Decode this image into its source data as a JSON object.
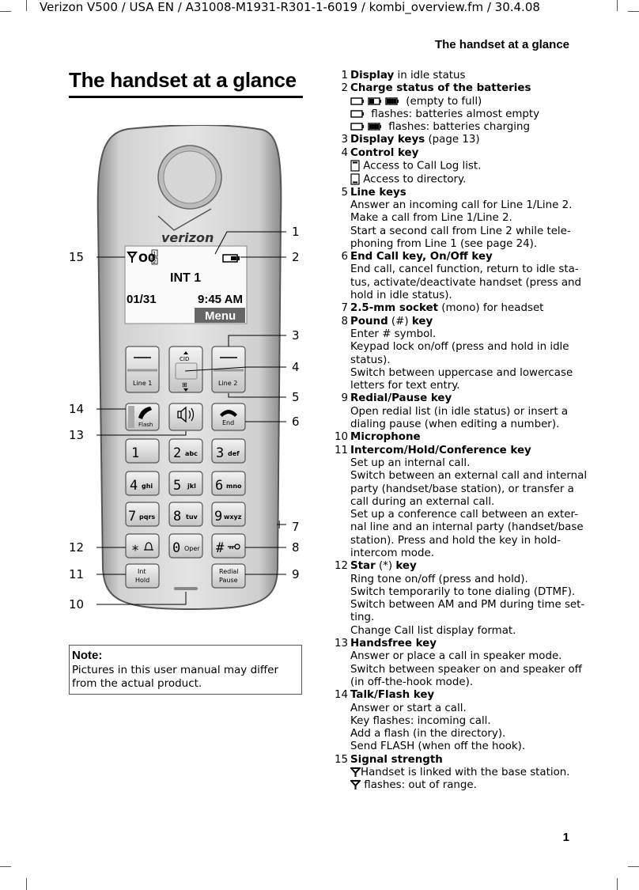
{
  "doc_header": "Verizon V500 / USA EN / A31008-M1931-R301-1-6019 / kombi_overview.fm / 30.4.08",
  "running_title": "The handset at a glance",
  "page_title": "The handset at a glance",
  "page_number": "1",
  "note": {
    "title": "Note:",
    "text": "Pictures in this user manual may differ from the actual product."
  },
  "phone": {
    "brand": "verizon",
    "screen": {
      "line_name": "INT 1",
      "date": "01/31",
      "time": "9:45 AM",
      "menu_label": "Menu",
      "line_badges": [
        "1",
        "2"
      ]
    },
    "keys": {
      "line1": "Line 1",
      "line2": "Line 2",
      "cid": "CID",
      "flash": "Flash",
      "end": "End",
      "k1": "1",
      "k2": "2",
      "k2s": "abc",
      "k3": "3",
      "k3s": "def",
      "k4": "4",
      "k4s": "ghi",
      "k5": "5",
      "k5s": "jkl",
      "k6": "6",
      "k6s": "mno",
      "k7": "7",
      "k7s": "pqrs",
      "k8": "8",
      "k8s": "tuv",
      "k9": "9",
      "k9s": "wxyz",
      "star": "∗",
      "k0": "0",
      "k0s": "Oper",
      "hash": "#",
      "int": "Int",
      "hold": "Hold",
      "redial": "Redial",
      "pause": "Pause"
    },
    "callouts": [
      "1",
      "2",
      "3",
      "4",
      "5",
      "6",
      "7",
      "8",
      "9",
      "10",
      "11",
      "12",
      "13",
      "14",
      "15"
    ]
  },
  "legend": [
    {
      "n": "1",
      "bold": "Display",
      "rest": " in idle status",
      "lines": []
    },
    {
      "n": "2",
      "bold": "Charge status of the batteries",
      "rest": "",
      "lines": [
        {
          "icons": "batt3",
          "text": " (empty to full)"
        },
        {
          "icons": "batt1",
          "text": " flashes: batteries almost empty"
        },
        {
          "icons": "batt2",
          "text": " flashes: batteries charging"
        }
      ]
    },
    {
      "n": "3",
      "bold": "Display keys",
      "rest": " (page 13)",
      "lines": []
    },
    {
      "n": "4",
      "bold": "Control key",
      "rest": "",
      "lines": [
        {
          "icons": "ctrlup",
          "text": " Access to Call Log list."
        },
        {
          "icons": "ctrldn",
          "text": " Access to directory."
        }
      ]
    },
    {
      "n": "5",
      "bold": "Line keys",
      "rest": "",
      "lines": [
        {
          "text": "Answer an incoming call for Line 1/Line 2."
        },
        {
          "text": "Make a call from Line 1/Line 2."
        },
        {
          "text": "Start a second call from Line 2 while tele-"
        },
        {
          "text": "phoning from Line 1 (see page 24)."
        }
      ]
    },
    {
      "n": "6",
      "bold": "End Call key, On/Off key",
      "rest": "",
      "lines": [
        {
          "text": "End call, cancel function, return to idle sta-"
        },
        {
          "text": "tus, activate/deactivate handset (press and"
        },
        {
          "text": "hold in idle status)."
        }
      ]
    },
    {
      "n": "7",
      "bold": "2.5-mm socket",
      "rest": " (mono) for headset",
      "lines": []
    },
    {
      "n": "8",
      "bold": "Pound",
      "rest": " (#) ",
      "bold2": "key",
      "lines": [
        {
          "text": "Enter # symbol."
        },
        {
          "text": "Keypad lock on/off (press and hold in idle"
        },
        {
          "text": "status)."
        },
        {
          "text": "Switch between uppercase and lowercase"
        },
        {
          "text": "letters for text entry."
        }
      ]
    },
    {
      "n": "9",
      "bold": "Redial/Pause key",
      "rest": "",
      "lines": [
        {
          "text": "Open redial list (in idle status) or insert a"
        },
        {
          "text": "dialing pause (when editing a number)."
        }
      ]
    },
    {
      "n": "10",
      "bold": "Microphone",
      "rest": "",
      "lines": []
    },
    {
      "n": "11",
      "bold": "Intercom/Hold/Conference key",
      "rest": "",
      "lines": [
        {
          "text": "Set up an internal call."
        },
        {
          "text": "Switch between an external call and internal"
        },
        {
          "text": "party (handset/base station), or transfer a"
        },
        {
          "text": "call during an external call."
        },
        {
          "text": "Set up a conference call between an exter-"
        },
        {
          "text": "nal line and an internal party (handset/base"
        },
        {
          "text": "station). Press and hold the key in hold-"
        },
        {
          "text": "intercom mode."
        }
      ]
    },
    {
      "n": "12",
      "bold": "Star",
      "rest": " (*) ",
      "bold2": "key",
      "lines": [
        {
          "text": "Ring tone on/off (press and hold)."
        },
        {
          "text": "Switch temporarily to tone dialing (DTMF)."
        },
        {
          "text": "Switch between AM and PM during time set-"
        },
        {
          "text": "ting."
        },
        {
          "text": "Change Call list display format."
        }
      ]
    },
    {
      "n": "13",
      "bold": "Handsfree key",
      "rest": "",
      "lines": [
        {
          "text": "Answer or place a call in speaker mode."
        },
        {
          "text": "Switch between speaker on and speaker off"
        },
        {
          "text": "(in off-the-hook mode)."
        }
      ]
    },
    {
      "n": "14",
      "bold": "Talk/Flash key",
      "rest": "",
      "lines": [
        {
          "text": "Answer or start a call."
        },
        {
          "text": "Key flashes: incoming call."
        },
        {
          "text": "Add a flash (in the directory)."
        },
        {
          "text": "Send FLASH (when off the hook)."
        }
      ]
    },
    {
      "n": "15",
      "bold": "Signal strength",
      "rest": "",
      "lines": [
        {
          "icons": "ant",
          "text": "Handset is linked with the base station."
        },
        {
          "icons": "ant",
          "text": " flashes: out of range."
        }
      ]
    }
  ]
}
